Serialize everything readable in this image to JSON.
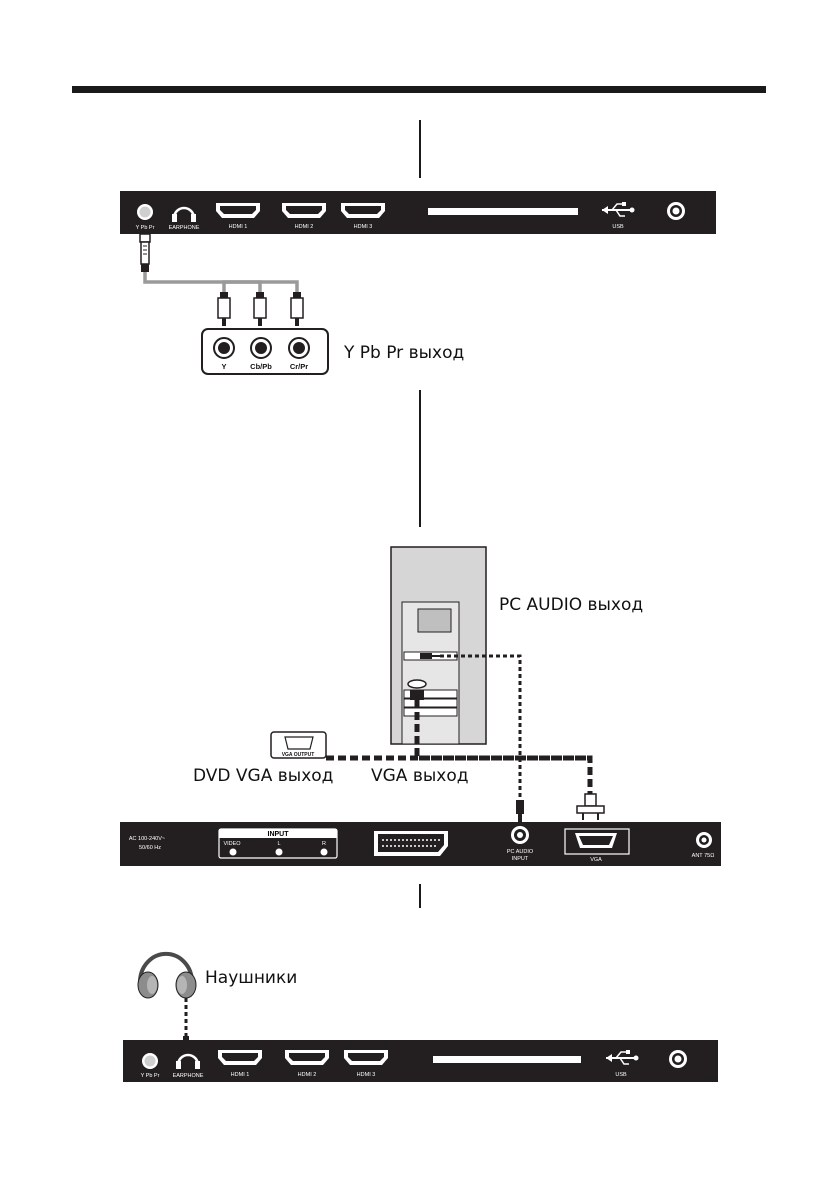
{
  "top_panel": {
    "ypbpr_label": "Y Pb Pr",
    "earphone_label": "EARPHONE",
    "hdmi1_label": "HDMI 1",
    "hdmi2_label": "HDMI 2",
    "hdmi3_label": "HDMI 3",
    "usb_label": "USB"
  },
  "component": {
    "jacks": [
      "Y",
      "Cb/Pb",
      "Cr/Pr"
    ],
    "callout": "Y Pb Pr выход"
  },
  "pc": {
    "audio_callout": "PC AUDIO выход",
    "vga_callout": "VGA выход"
  },
  "dvd": {
    "vga_output_label": "VGA OUTPUT",
    "callout": "DVD VGA выход"
  },
  "bottom_panel": {
    "power_line1": "AC 100-240V~",
    "power_line2": "50/60 Hz",
    "input_title": "INPUT",
    "input_video": "VIDEO",
    "input_l": "L",
    "input_r": "R",
    "pc_audio_line1": "PC AUDIO",
    "pc_audio_line2": "INPUT",
    "vga_label": "VGA",
    "ant_label": "ANT 75Ω"
  },
  "headphones": {
    "callout": "Наушники"
  },
  "third_panel": {
    "ypbpr_label": "Y Pb Pr",
    "earphone_label": "EARPHONE",
    "hdmi1_label": "HDMI 1",
    "hdmi2_label": "HDMI 2",
    "hdmi3_label": "HDMI 3",
    "usb_label": "USB"
  }
}
